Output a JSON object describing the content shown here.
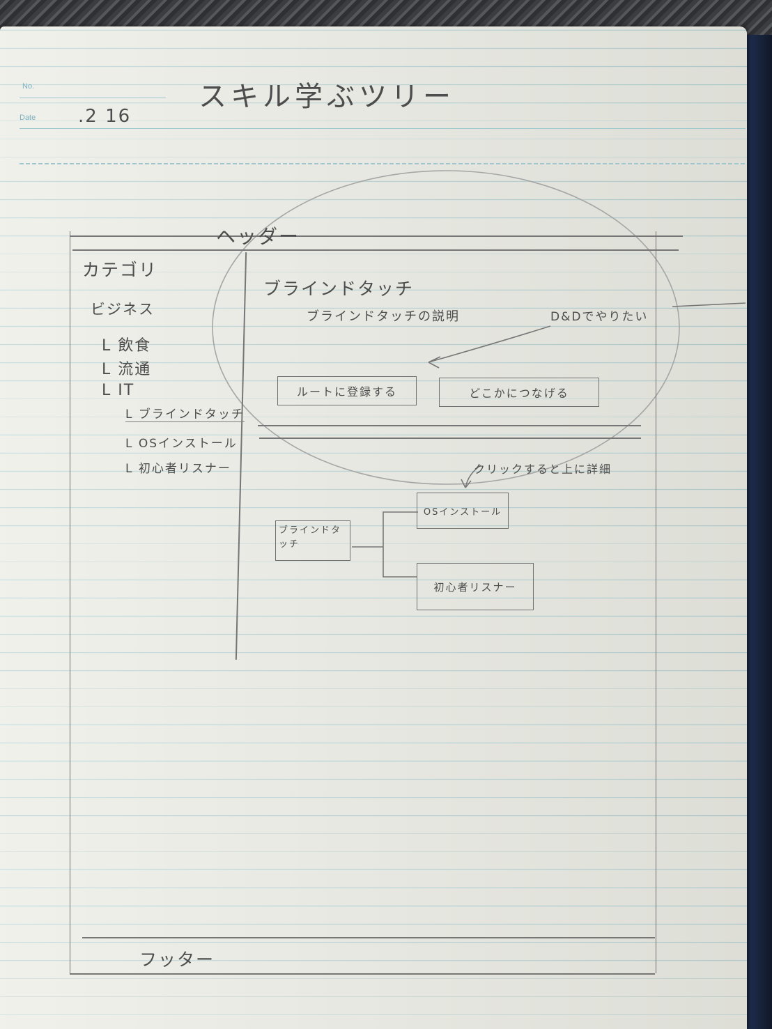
{
  "notebook_header": {
    "no_label": "No.",
    "date_label": "Date",
    "date_value": ".2 16",
    "title": "スキル学ぶツリー"
  },
  "wireframe": {
    "header": "ヘッダー",
    "sidebar": {
      "heading": "カテゴリ",
      "items": [
        "ビジネス",
        "L 飲食",
        "L 流通",
        "L IT",
        "L ブラインドタッチ",
        "L OSインストール",
        "L 初心者リスナー"
      ]
    },
    "detail": {
      "title": "ブラインドタッチ",
      "description": "ブラインドタッチの説明",
      "annotation_dnd": "D&Dでやりたい",
      "button_root": "ルートに登録する",
      "button_connect": "どこかにつなげる"
    },
    "tree": {
      "root_node": "ブラインドタッチ",
      "child_node_1": "OSインストール",
      "child_node_2": "初心者リスナー",
      "annotation_click": "クリックすると上に詳細"
    },
    "footer": "フッター"
  }
}
